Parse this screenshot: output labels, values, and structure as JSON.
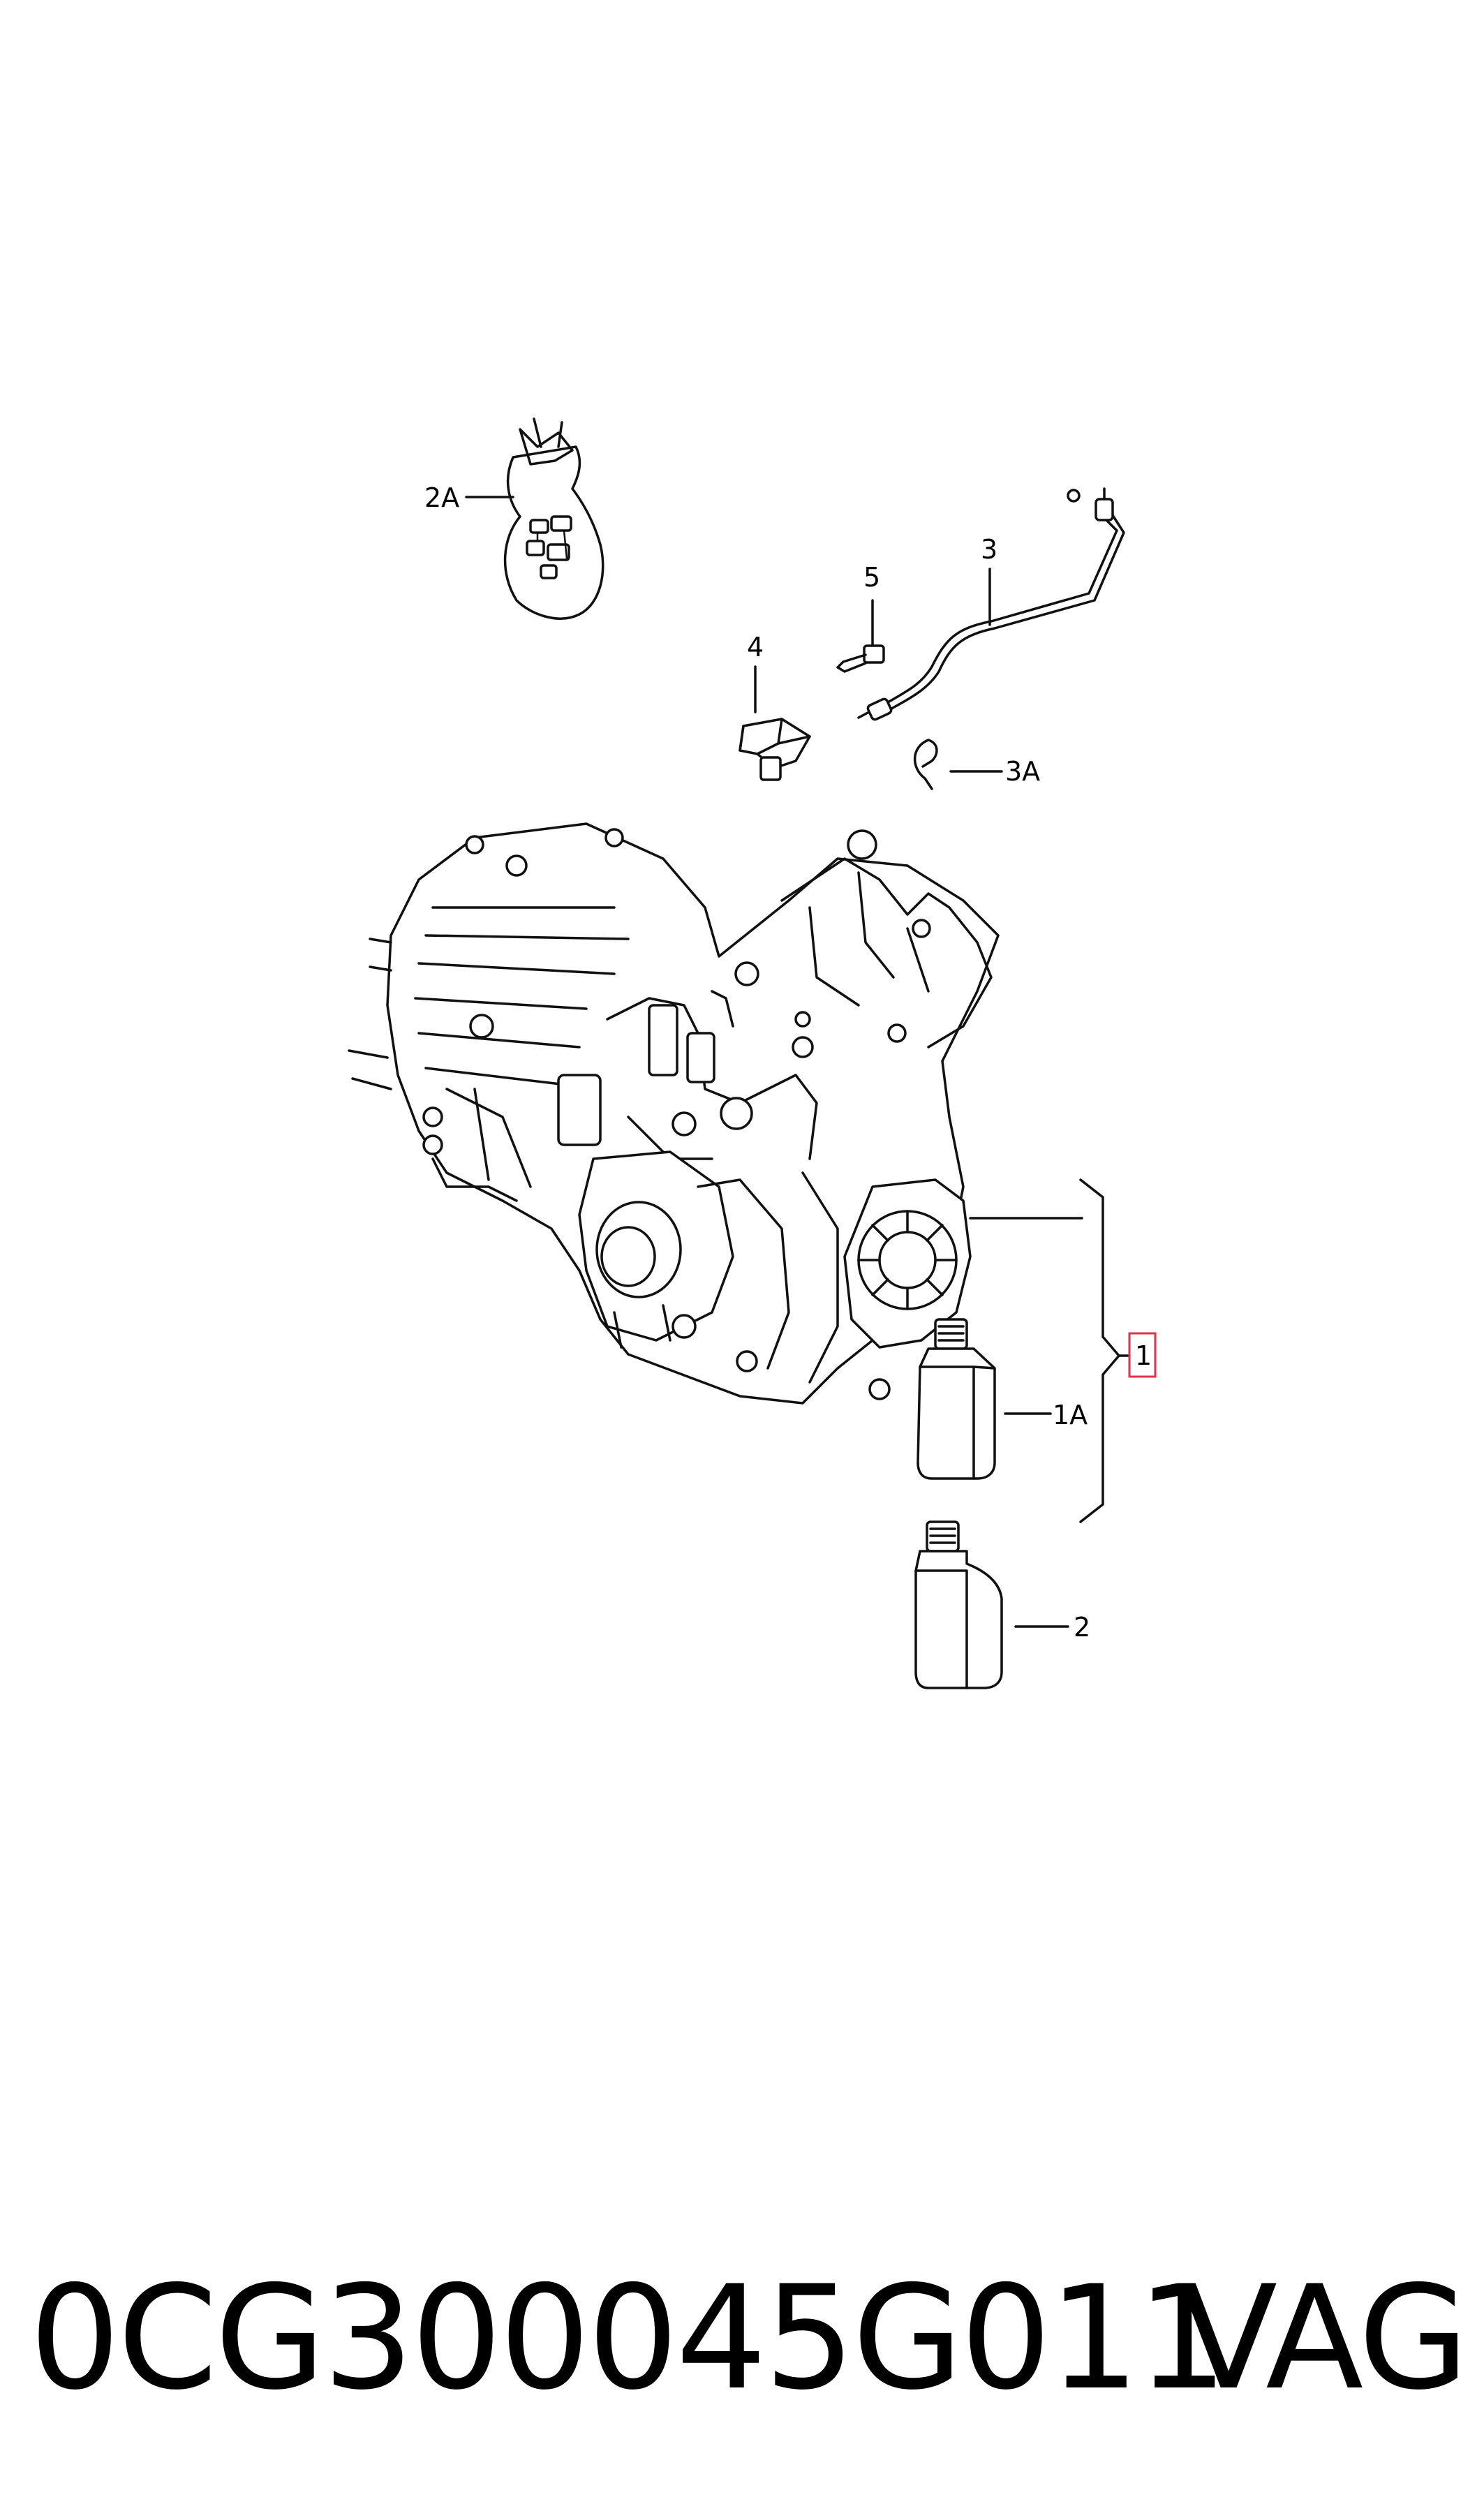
{
  "callouts": {
    "c1": "1",
    "c1A": "1A",
    "c2": "2",
    "c2A": "2A",
    "c3": "3",
    "c3A": "3A",
    "c4": "4",
    "c5": "5"
  },
  "part_number": {
    "code": "0CG300045G011",
    "brand": "VAG"
  },
  "colors": {
    "line": "#111111",
    "highlight_box": "#e0334a"
  }
}
